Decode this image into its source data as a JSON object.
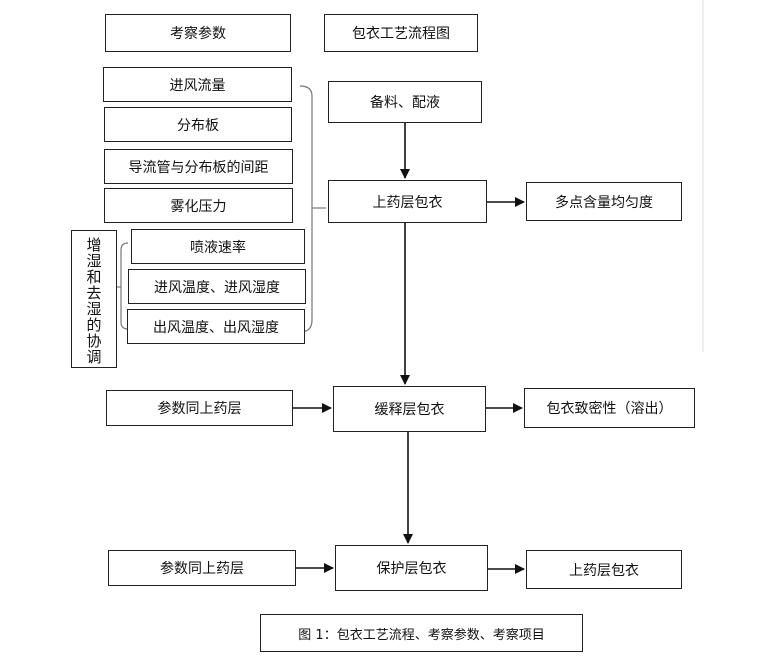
{
  "nodes": {
    "params_title": "考察参数",
    "flow_title": "包衣工艺流程图",
    "inlet_flow": "进风流量",
    "dist_plate": "分布板",
    "guide_gap": "导流管与分布板的间距",
    "atomize_pressure": "雾化压力",
    "spray_rate": "喷液速率",
    "inlet_temp_hum": "进风温度、进风湿度",
    "outlet_temp_hum": "出风温度、出风湿度",
    "humid_coord": "增湿和去湿的协调",
    "prep": "备料、配液",
    "drug_layer": "上药层包衣",
    "uniformity": "多点含量均匀度",
    "same_params_1": "参数同上药层",
    "sustained_layer": "缓释层包衣",
    "density": "包衣致密性（溶出）",
    "same_params_2": "参数同上药层",
    "protect_layer": "保护层包衣",
    "final_drug_layer": "上药层包衣",
    "caption": "图 1：包衣工艺流程、考察参数、考察项目"
  }
}
